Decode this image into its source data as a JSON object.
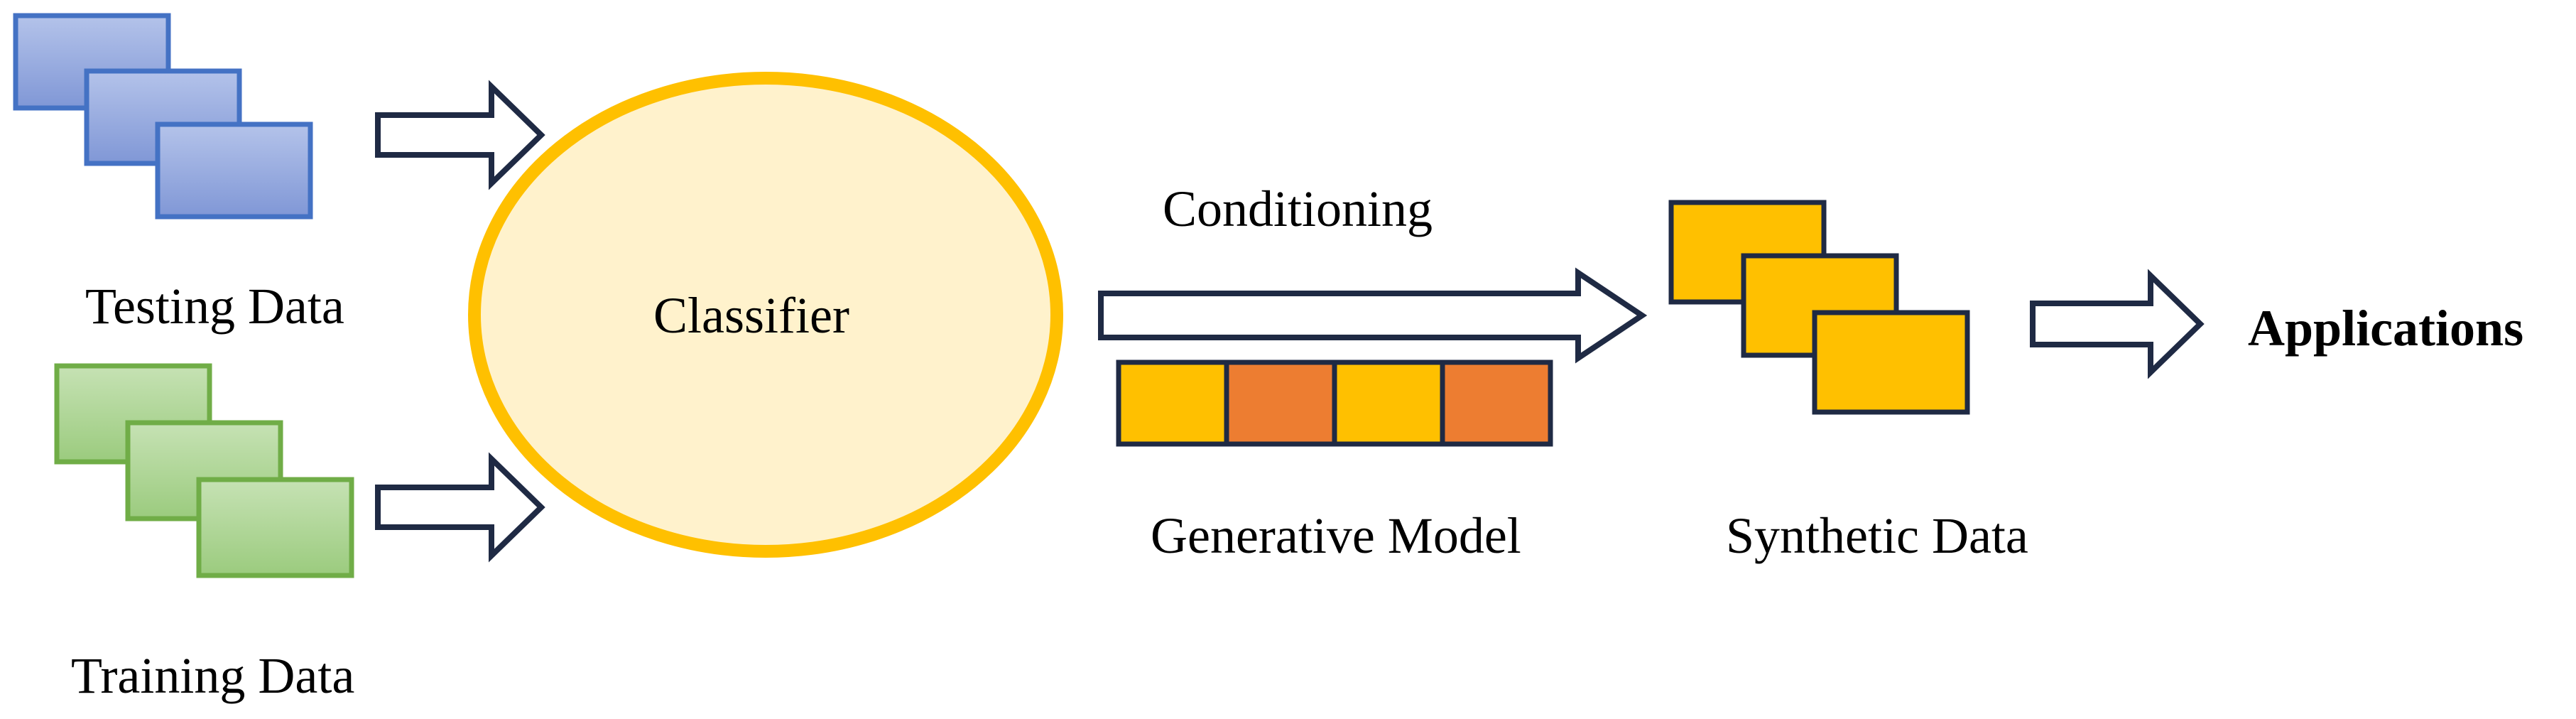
{
  "diagram": {
    "testing_data_label": "Testing Data",
    "training_data_label": "Training Data",
    "classifier_label": "Classifier",
    "conditioning_label": "Conditioning",
    "generative_model_label": "Generative Model",
    "synthetic_data_label": "Synthetic Data",
    "applications_label": "Applications"
  },
  "colors": {
    "testing_stack_fill": "#8FA5DD",
    "testing_stack_stroke": "#4472C4",
    "training_stack_fill": "#A9D18E",
    "training_stack_stroke": "#70AD47",
    "classifier_fill": "#FFF2CC",
    "classifier_stroke": "#FFC000",
    "synthetic_fill": "#FFC000",
    "generative_orange": "#ED7D31",
    "generative_yellow": "#FFC000",
    "arrow_stroke": "#1F2A44"
  }
}
